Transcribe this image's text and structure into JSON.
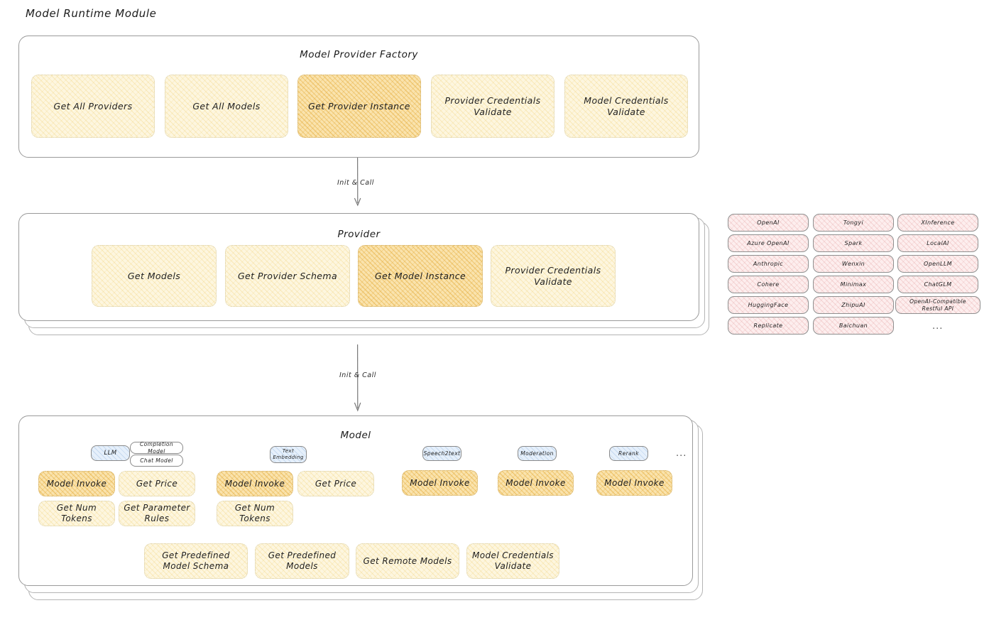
{
  "page": {
    "title": "Model Runtime Module"
  },
  "edges": [
    {
      "label": "Init & Call"
    },
    {
      "label": "Init & Call"
    }
  ],
  "factory": {
    "title": "Model Provider Factory",
    "nodes": [
      {
        "label": "Get All Providers",
        "highlight": false
      },
      {
        "label": "Get All Models",
        "highlight": false
      },
      {
        "label": "Get Provider Instance",
        "highlight": true
      },
      {
        "label": "Provider Credentials Validate",
        "highlight": false
      },
      {
        "label": "Model Credentials Validate",
        "highlight": false
      }
    ]
  },
  "provider": {
    "title": "Provider",
    "nodes": [
      {
        "label": "Get Models",
        "highlight": false
      },
      {
        "label": "Get Provider Schema",
        "highlight": false
      },
      {
        "label": "Get Model Instance",
        "highlight": true
      },
      {
        "label": "Provider Credentials Validate",
        "highlight": false
      }
    ]
  },
  "provider_list": {
    "ellipsis": "...",
    "columns": [
      [
        "OpenAI",
        "Azure OpenAI",
        "Anthropic",
        "Cohere",
        "HuggingFace",
        "Replicate"
      ],
      [
        "Tongyi",
        "Spark",
        "Wenxin",
        "Minimax",
        "ZhipuAI",
        "Baichuan"
      ],
      [
        "XInference",
        "LocalAI",
        "OpenLLM",
        "ChatGLM",
        "OpenAI-Compatible Restful API"
      ]
    ]
  },
  "model": {
    "title": "Model",
    "ellipsis": "...",
    "types": [
      {
        "name": "LLM",
        "subtags": [
          "Completion Model",
          "Chat Model"
        ],
        "ops": [
          {
            "label": "Model Invoke",
            "highlight": true
          },
          {
            "label": "Get Price",
            "highlight": false
          },
          {
            "label": "Get Num Tokens",
            "highlight": false
          },
          {
            "label": "Get Parameter Rules",
            "highlight": false
          }
        ]
      },
      {
        "name": "Text Embedding",
        "subtags": [],
        "ops": [
          {
            "label": "Model Invoke",
            "highlight": true
          },
          {
            "label": "Get Price",
            "highlight": false
          },
          {
            "label": "Get Num Tokens",
            "highlight": false
          }
        ]
      },
      {
        "name": "Speech2text",
        "subtags": [],
        "ops": [
          {
            "label": "Model Invoke",
            "highlight": true
          }
        ]
      },
      {
        "name": "Moderation",
        "subtags": [],
        "ops": [
          {
            "label": "Model Invoke",
            "highlight": true
          }
        ]
      },
      {
        "name": "Rerank",
        "subtags": [],
        "ops": [
          {
            "label": "Model Invoke",
            "highlight": true
          }
        ]
      }
    ],
    "common_ops": [
      {
        "label": "Get Predefined Model Schema"
      },
      {
        "label": "Get Predefined Models"
      },
      {
        "label": "Get Remote Models"
      },
      {
        "label": "Model Credentials Validate"
      }
    ]
  },
  "colors": {
    "node_fill": "#fdf6df",
    "node_highlight_fill": "#fae3ad",
    "provider_chip_fill": "#fdeeee",
    "type_tag_fill": "#e6f0fb",
    "card_border": "#9a9a9a"
  }
}
